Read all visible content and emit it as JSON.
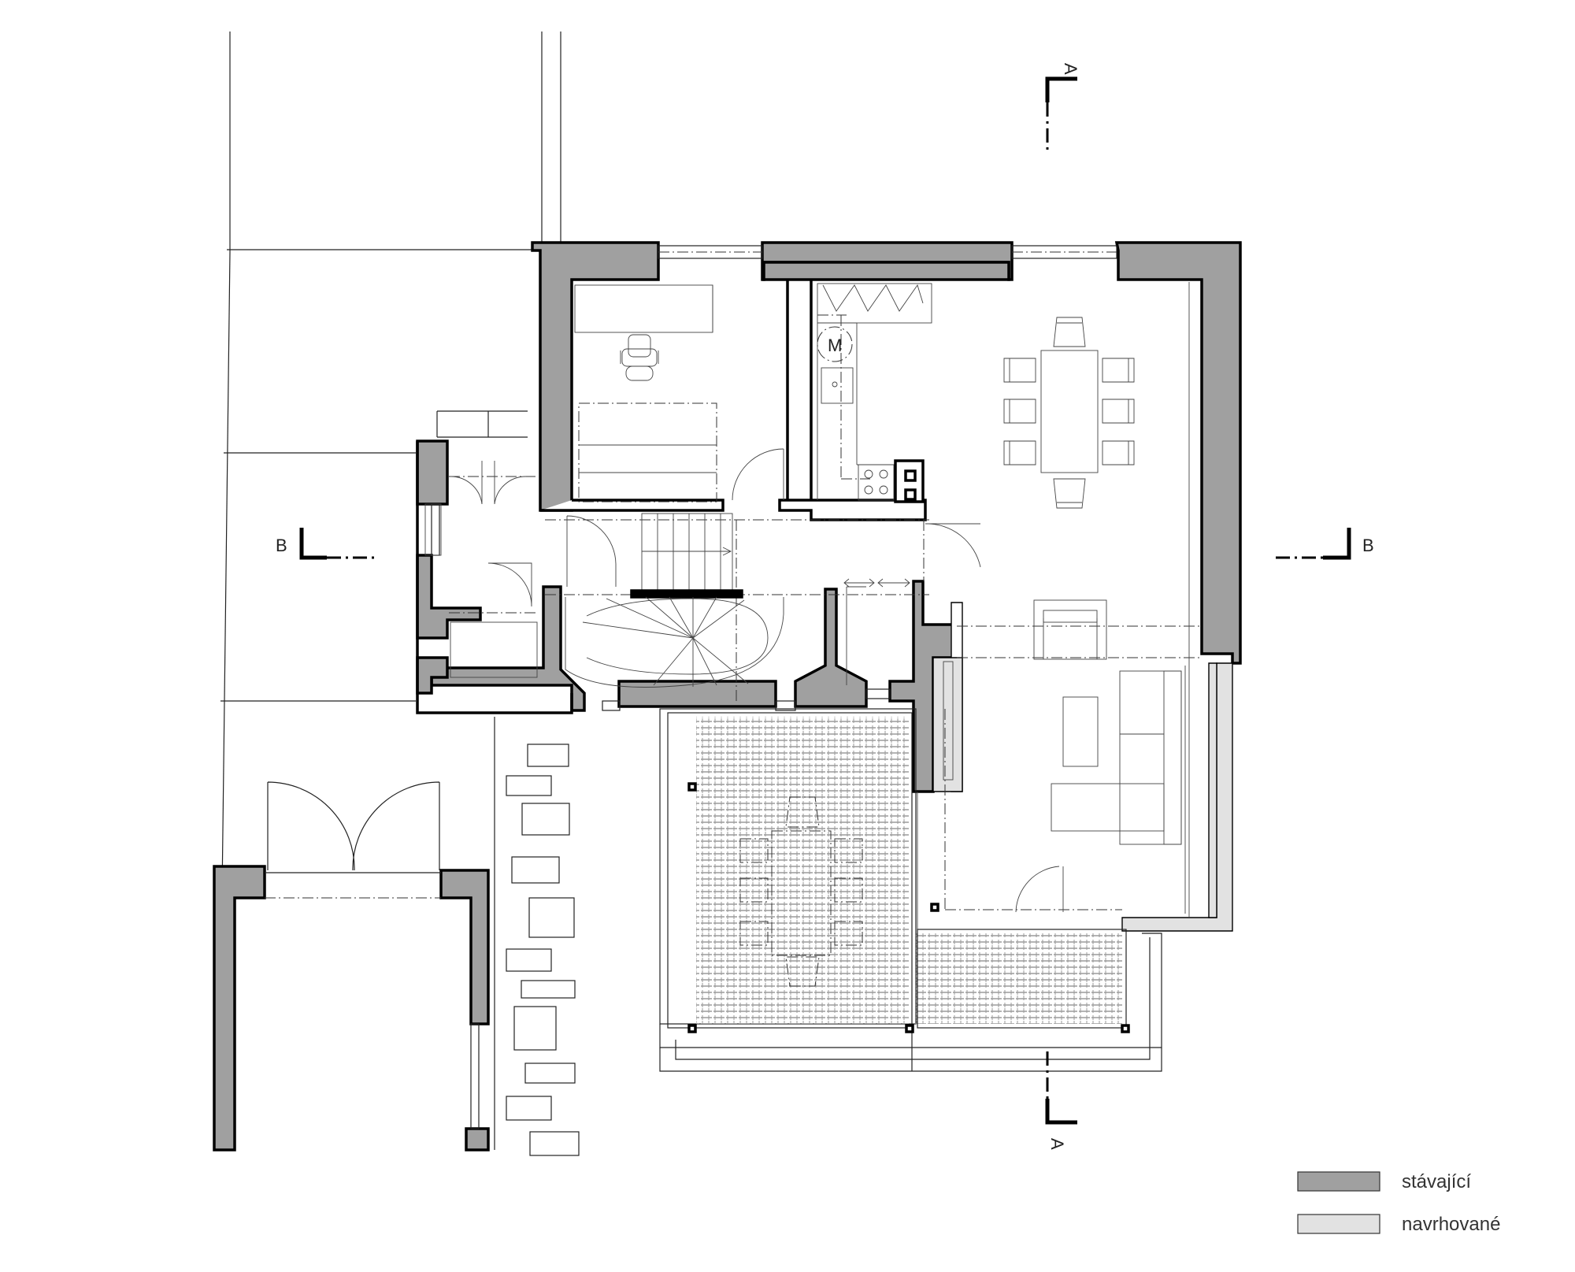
{
  "sections": {
    "a_top": "A",
    "a_bottom": "A",
    "b_left": "B",
    "b_right": "B"
  },
  "furniture": {
    "appliance_label": "M"
  },
  "legend": {
    "existing_label": "stávající",
    "proposed_label": "navrhované",
    "existing_color": "#a0a0a0",
    "proposed_color": "#e2e2e2"
  }
}
